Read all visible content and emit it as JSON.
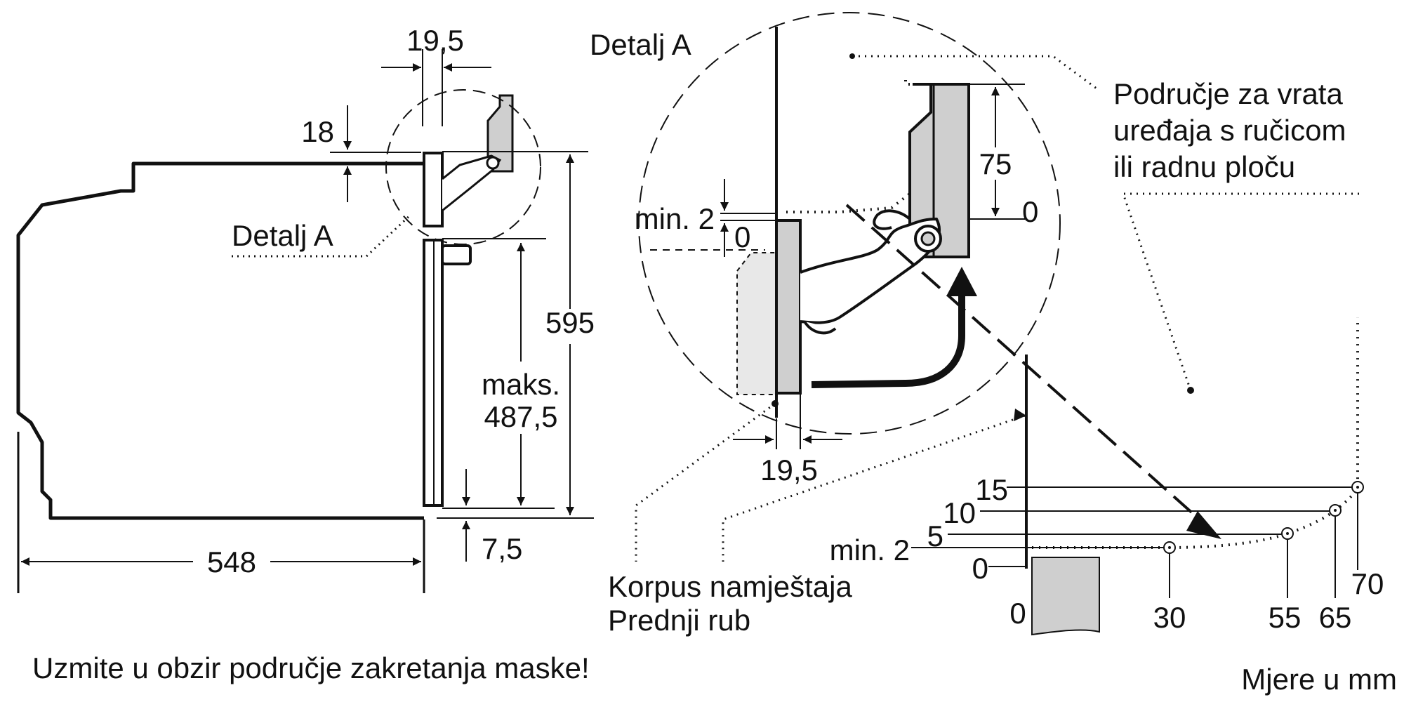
{
  "oven_side": {
    "dim_width": "19,5",
    "dim_top": "18",
    "detail_label": "Detalj A",
    "dim_height": "595",
    "max_label": "maks.",
    "max_value": "487,5",
    "dim_bottom": "7,5",
    "dim_depth": "548"
  },
  "detail": {
    "title": "Detalj A",
    "min_label": "min. 2",
    "zero_left": "0",
    "dim_75": "75",
    "zero_right": "0",
    "dim_width": "19,5"
  },
  "area_note": [
    "Područje za vrata",
    "uređaja s ručicom",
    "ili radnu ploču"
  ],
  "cabinet_note": [
    "Korpus namještaja",
    "Prednji rub"
  ],
  "graph": {
    "y_ticks": [
      "15",
      "10",
      "5",
      "min. 2",
      "0"
    ],
    "x_ticks": [
      "0",
      "30",
      "55",
      "65",
      "70"
    ]
  },
  "warning": "Uzmite u obzir područje zakretanja maske!",
  "units": "Mjere u mm"
}
